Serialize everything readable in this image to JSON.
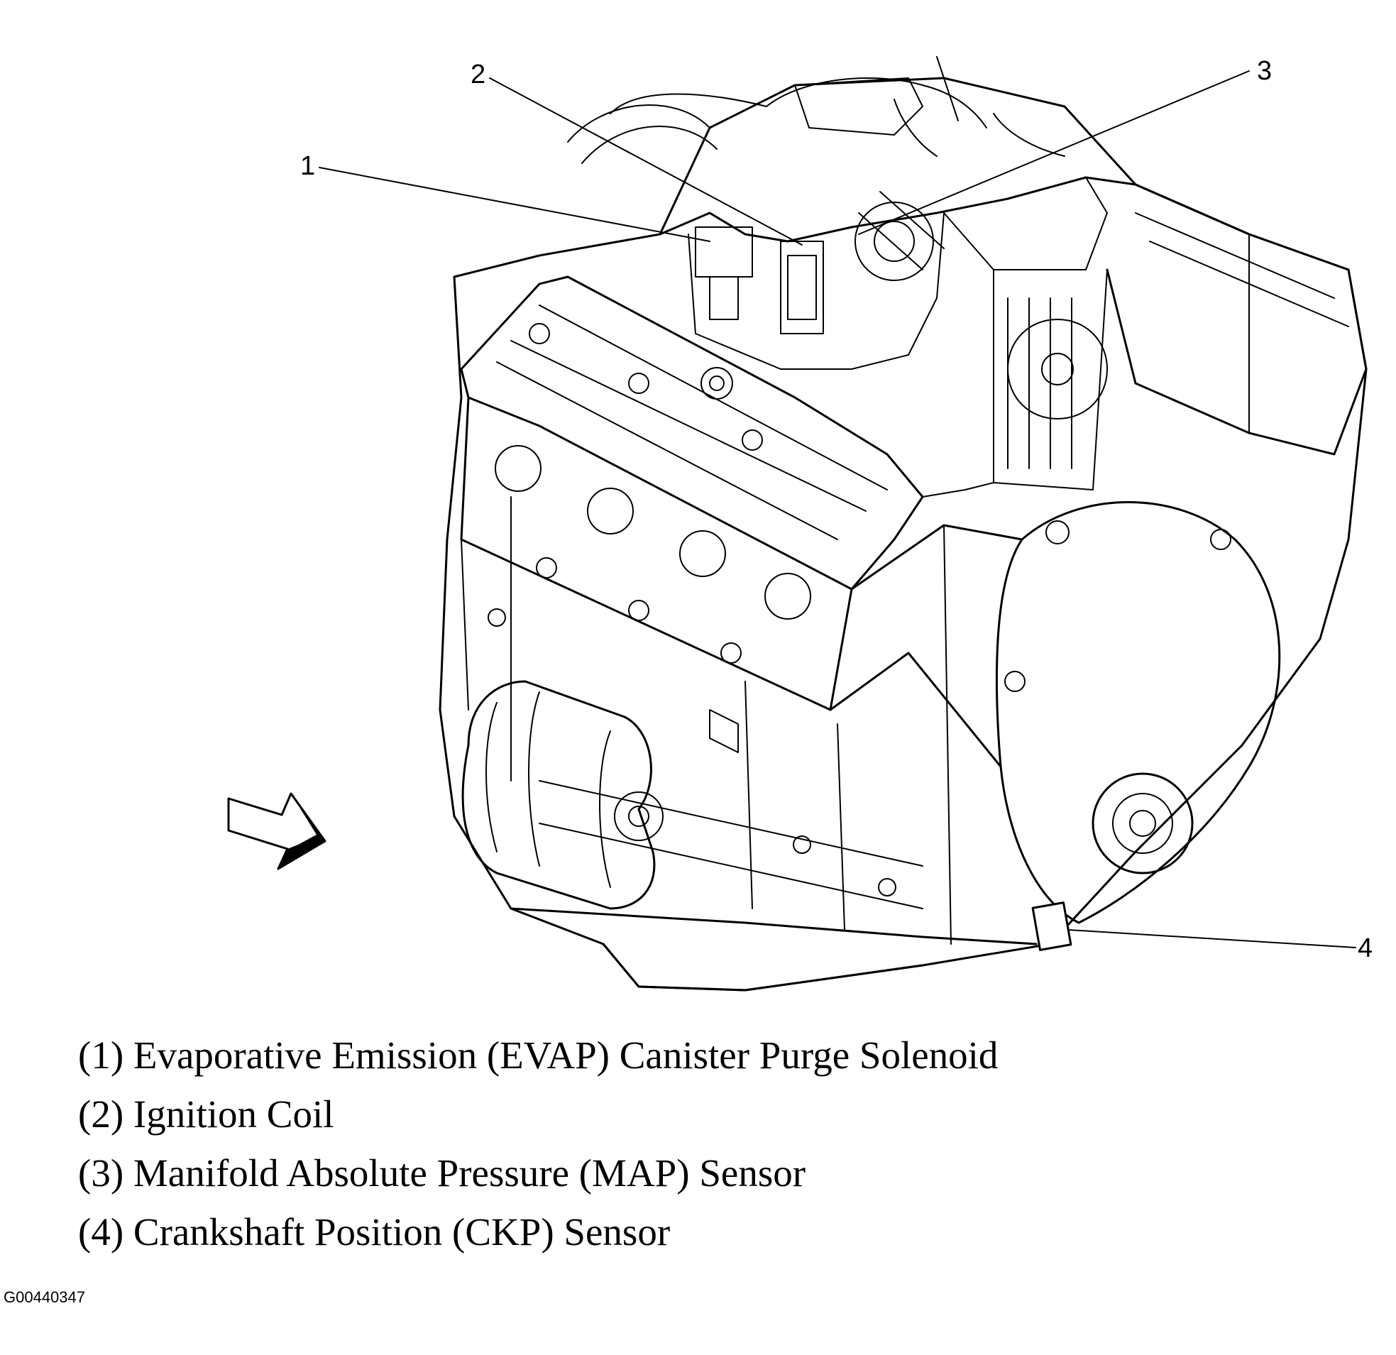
{
  "callouts": [
    {
      "number": "1"
    },
    {
      "number": "2"
    },
    {
      "number": "3"
    },
    {
      "number": "4"
    }
  ],
  "legend": [
    {
      "text": "(1) Evaporative Emission (EVAP) Canister Purge Solenoid"
    },
    {
      "text": "(2) Ignition Coil"
    },
    {
      "text": "(3) Manifold Absolute Pressure (MAP) Sensor"
    },
    {
      "text": "(4) Crankshaft Position (CKP) Sensor"
    }
  ],
  "figure_id": "G00440347",
  "icons": {
    "view_arrow": "view-direction-arrow-icon"
  }
}
